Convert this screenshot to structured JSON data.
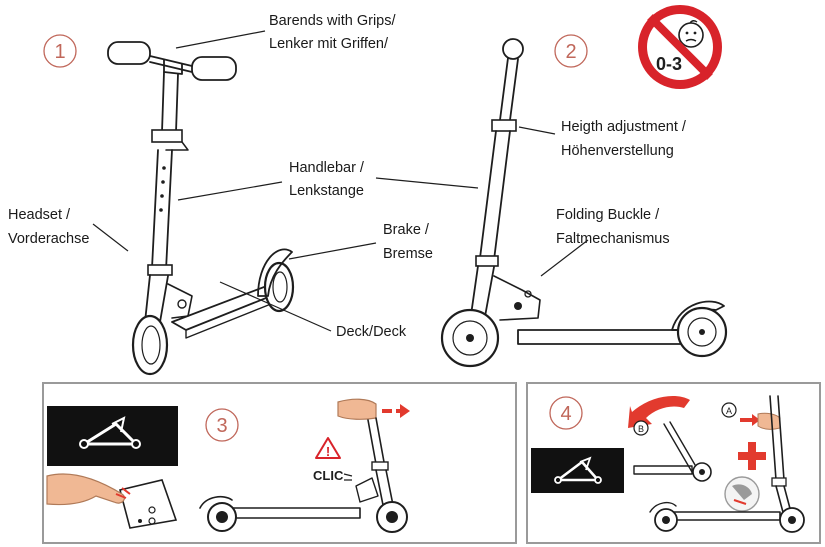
{
  "steps": [
    "1",
    "2",
    "3",
    "4"
  ],
  "labels": {
    "barends_en": "Barends with Grips/",
    "barends_de": "Lenker mit Griffen/",
    "handlebar_en": "Handlebar /",
    "handlebar_de": "Lenkstange",
    "headset_en": "Headset /",
    "headset_de": "Vorderachse",
    "brake_en": "Brake /",
    "brake_de": "Bremse",
    "deck": "Deck/Deck",
    "height_en": "Heigth adjustment /",
    "height_de": "Höhenverstellung",
    "folding_en": "Folding Buckle /",
    "folding_de": "Faltmechanismus"
  },
  "warning": {
    "age": "0-3"
  },
  "step3": {
    "clic": "CLIC"
  },
  "step4": {
    "marker_a": "A",
    "marker_b": "B"
  },
  "colors": {
    "ink": "#1e1e1e",
    "step_circle": "#c0675a",
    "warning_red": "#d8232a",
    "arrow_red": "#e23a2e",
    "skin": "#f0b894",
    "frame_gray": "#9a9a9a"
  },
  "icons": {
    "fold_icon": "triangle-fold-icon",
    "warning": "warning-triangle-icon",
    "no_children": "no-children-0-3-icon"
  }
}
